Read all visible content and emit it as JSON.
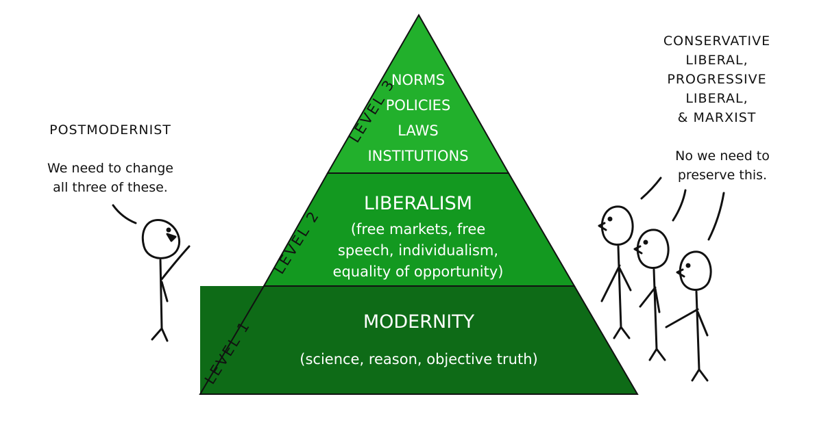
{
  "pyramid": {
    "tier3": {
      "level_label": "LEVEL 3",
      "lines": [
        "NORMS",
        "POLICIES",
        "LAWS",
        "INSTITUTIONS"
      ],
      "color": "#22b02c"
    },
    "tier2": {
      "level_label": "LEVEL 2",
      "title": "LIBERALISM",
      "lines": [
        "(free markets, free",
        "speech, individualism,",
        "equality of opportunity)"
      ],
      "color": "#139920"
    },
    "tier1": {
      "level_label": "LEVEL 1",
      "title": "MODERNITY",
      "subtitle": "(science, reason, objective truth)",
      "color": "#0e6b17"
    }
  },
  "left_figure": {
    "label": "POSTMODERNIST",
    "speech": [
      "We need to change",
      "all three of these."
    ],
    "icon": "stick-figure-icon"
  },
  "right_group": {
    "label": [
      "CONSERVATIVE",
      "LIBERAL,",
      "PROGRESSIVE",
      "LIBERAL,",
      "& MARXIST"
    ],
    "speech": [
      "No we need to",
      "preserve this."
    ],
    "icon": "stick-figure-group-icon"
  }
}
